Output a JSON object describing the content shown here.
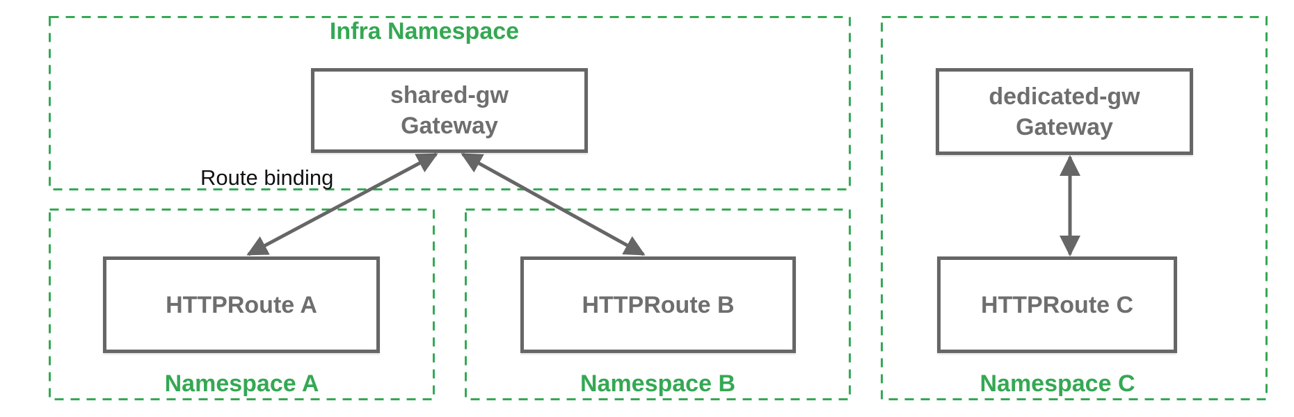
{
  "colors": {
    "namespace_green": "#34A853",
    "node_gray": "#666666",
    "node_text_gray": "#6e6e6e",
    "annotation_black": "#111111"
  },
  "namespaces": {
    "infra": {
      "label": "Infra Namespace"
    },
    "a": {
      "label": "Namespace A"
    },
    "b": {
      "label": "Namespace B"
    },
    "c": {
      "label": "Namespace C"
    }
  },
  "nodes": {
    "shared_gw": {
      "name": "shared-gw",
      "kind": "Gateway"
    },
    "dedicated_gw": {
      "name": "dedicated-gw",
      "kind": "Gateway"
    },
    "route_a": {
      "label": "HTTPRoute A"
    },
    "route_b": {
      "label": "HTTPRoute B"
    },
    "route_c": {
      "label": "HTTPRoute C"
    }
  },
  "annotations": {
    "route_binding": "Route binding"
  }
}
